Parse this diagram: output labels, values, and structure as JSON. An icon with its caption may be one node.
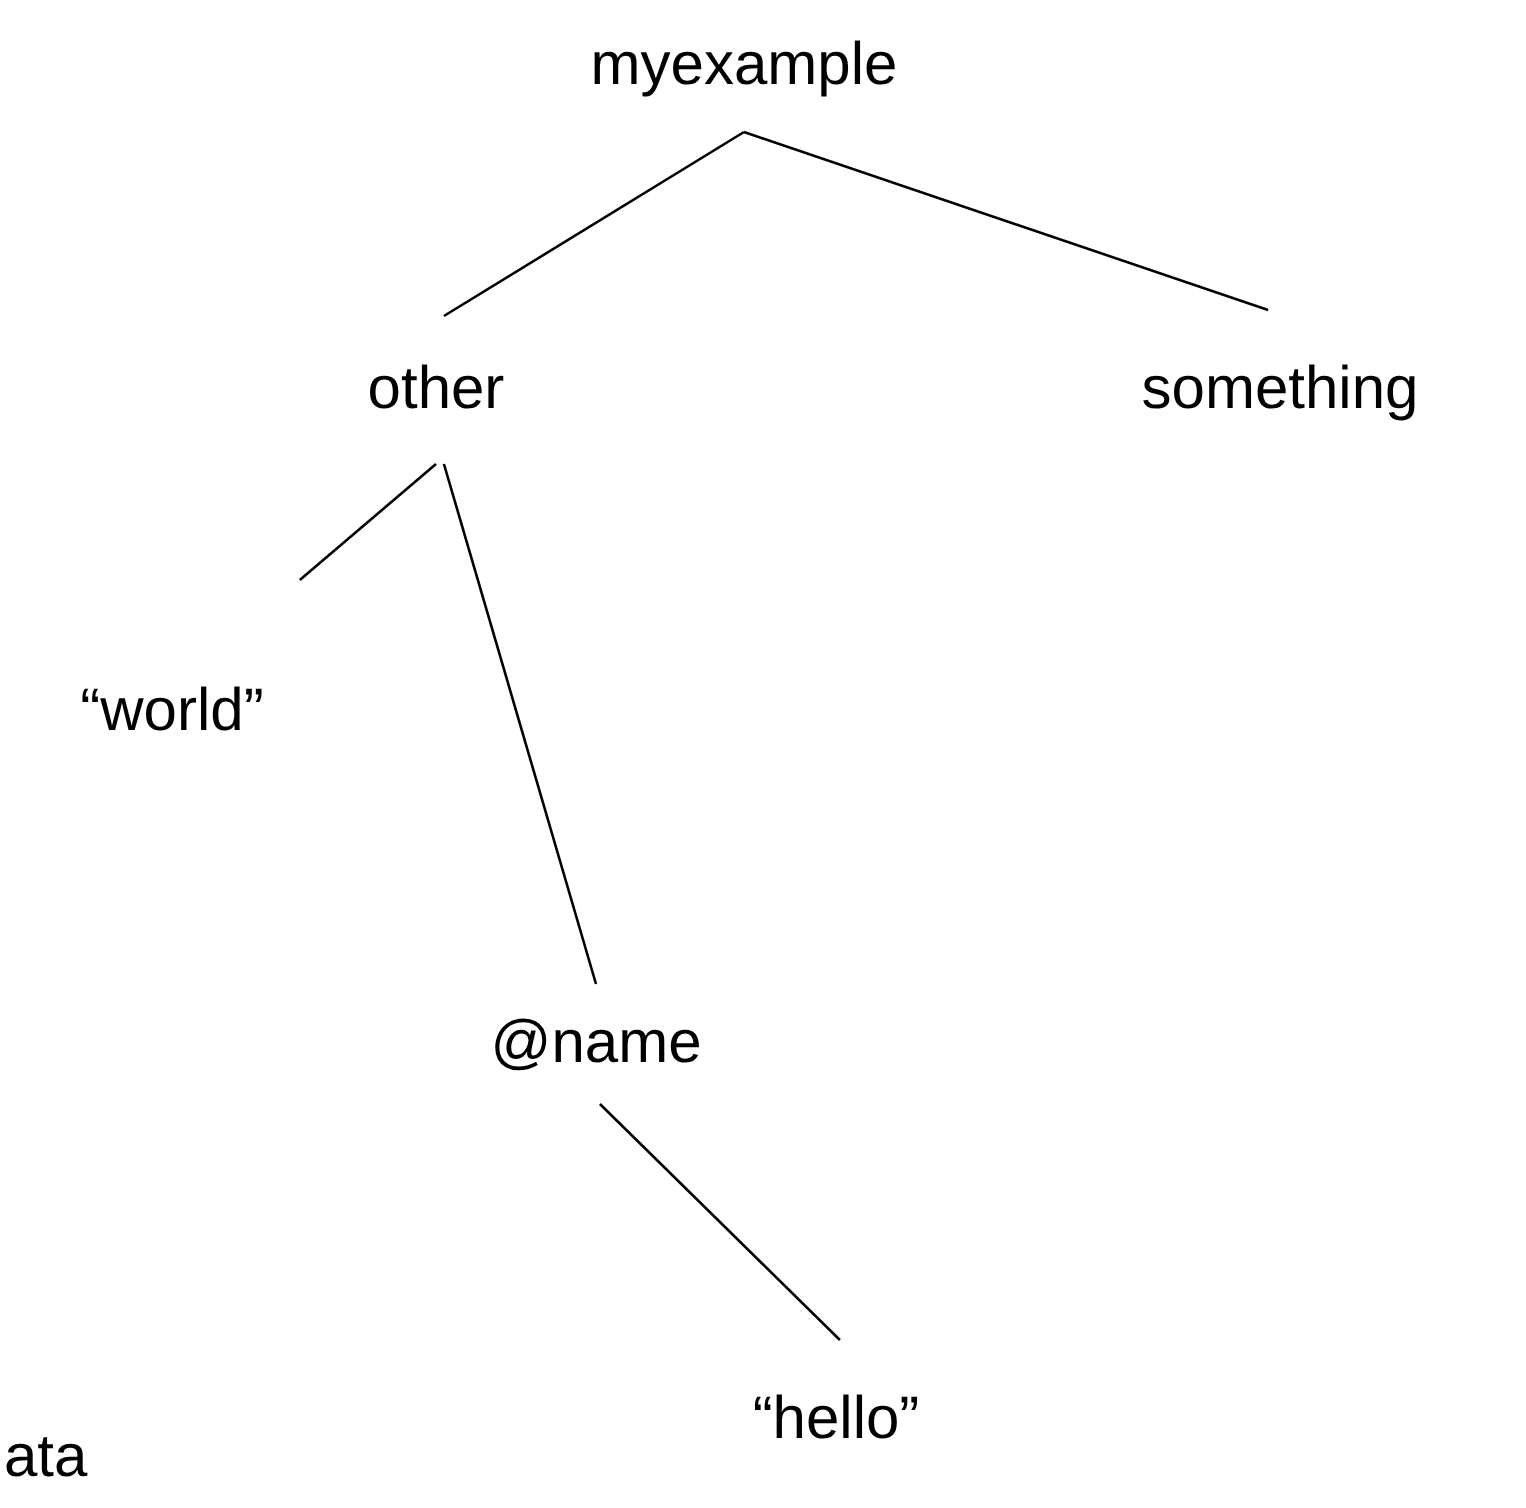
{
  "diagram": {
    "nodes": [
      {
        "text": [
          "myexample"
        ]
      },
      {
        "text": [
          "other"
        ]
      },
      {
        "text": [
          "something"
        ]
      },
      {
        "text": [
          "“world”"
        ]
      },
      {
        "text": [
          "@name"
        ]
      },
      {
        "text": [
          "“hello”"
        ]
      }
    ],
    "edges": [
      {
        "from": 0,
        "to": 1,
        "arrow": "none"
      },
      {
        "from": 0,
        "to": 2,
        "arrow": "none"
      },
      {
        "from": 1,
        "to": 3,
        "arrow": "none"
      },
      {
        "from": 1,
        "to": 4,
        "arrow": "none"
      },
      {
        "from": 4,
        "to": 5,
        "arrow": "none"
      }
    ],
    "labels": [
      "ata"
    ]
  }
}
